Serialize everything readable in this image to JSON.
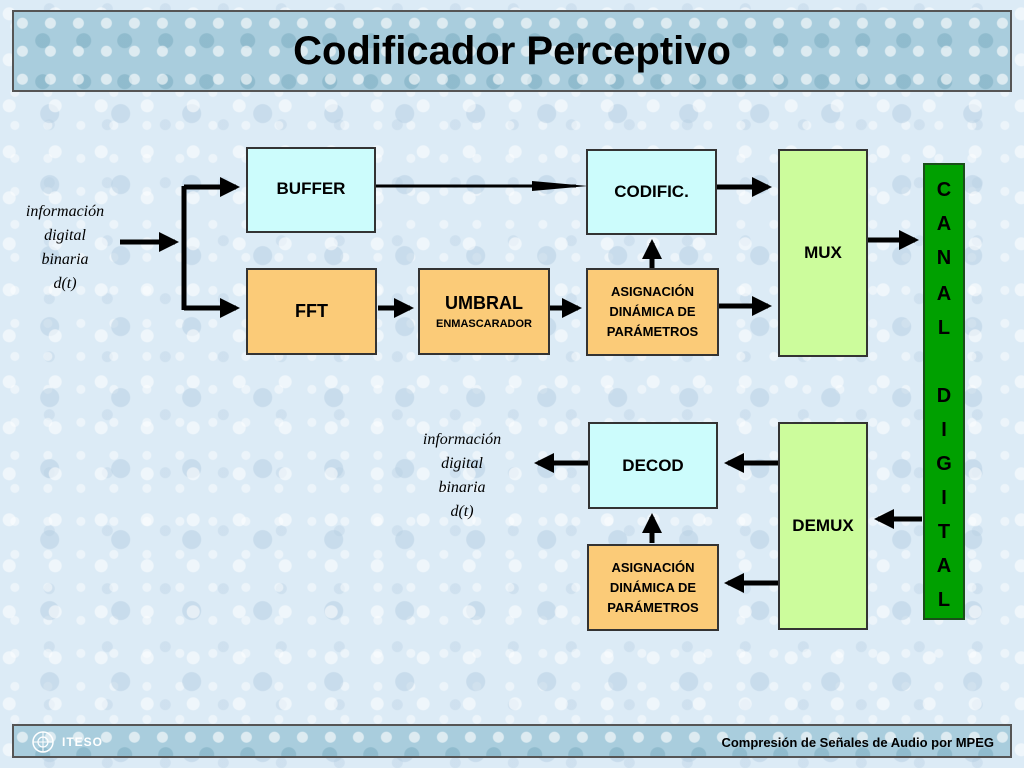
{
  "header": {
    "title": "Codificador Perceptivo"
  },
  "blocks": {
    "buffer": "BUFFER",
    "fft": "FFT",
    "umbral": "UMBRAL",
    "enmascarador": "ENMASCARADOR",
    "codific": "CODIFIC.",
    "asignacion_top": [
      "ASIGNACIÓN",
      "DINÁMICA DE",
      "PARÁMETROS"
    ],
    "mux": "MUX",
    "decod": "DECOD",
    "demux": "DEMUX",
    "asignacion_bottom": [
      "ASIGNACIÓN",
      "DINÁMICA DE",
      "PARÁMETROS"
    ]
  },
  "canal": {
    "letters": [
      "C",
      "A",
      "N",
      "A",
      "L",
      "D",
      "I",
      "G",
      "I",
      "T",
      "A",
      "L"
    ]
  },
  "input_label": [
    "información",
    "digital",
    "binaria",
    "d(t)"
  ],
  "output_label": [
    "información",
    "digital",
    "binaria",
    "d(t)"
  ],
  "footer": {
    "logo": "ITESO",
    "text": "Compresión de Señales de Audio por MPEG"
  }
}
